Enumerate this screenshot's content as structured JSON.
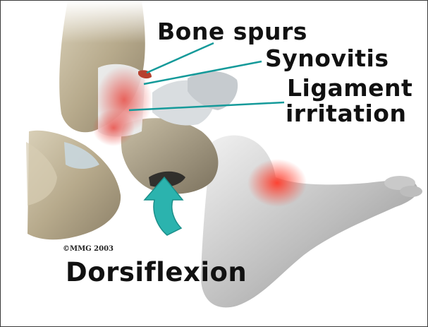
{
  "labels": {
    "bone_spurs": "Bone spurs",
    "synovitis": "Synovitis",
    "ligament_line1": "Ligament",
    "ligament_line2": "irritation",
    "motion": "Dorsiflexion"
  },
  "copyright": "©MMG 2003",
  "colors": {
    "leader_line": "#159a9a",
    "arrow": "#2bb3ae",
    "bone": "#b9ad8f",
    "inflammation": "#e8423a",
    "foot": "#a7a7a7"
  }
}
